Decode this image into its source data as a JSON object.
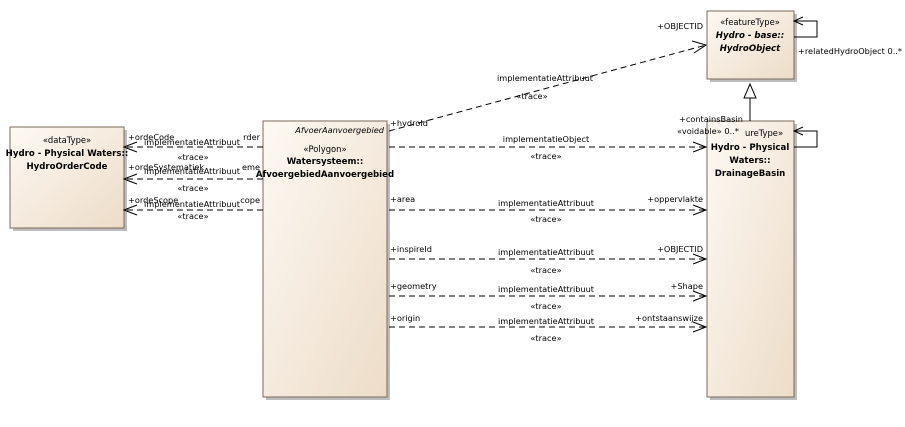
{
  "classes": {
    "hydro_order_code": {
      "stereotype": "«dataType»",
      "name_line1": "Hydro - Physical Waters::",
      "name_line2": "HydroOrderCode"
    },
    "afvoer": {
      "label_italic": "AfvoerAanvoergebied",
      "stereotype": "«Polygon»",
      "name_line1": "Watersysteem::",
      "name_line2": "AfvoergebiedAanvoergebied"
    },
    "hydro_object": {
      "stereotype": "«featureType»",
      "name_line1": "Hydro - base::",
      "name_line2": "HydroObject"
    },
    "drainage_basin": {
      "stereotype_fragment": "ureType»",
      "name_line1": "Hydro - Physical",
      "name_line2": "Waters::",
      "name_line3": "DrainageBasin"
    }
  },
  "relations": {
    "related_hydro_object": "+relatedHydroObject 0..*",
    "contains_basin": "+containsBasin",
    "voidable": "«voidable» 0..*",
    "hydro_id_objectid": {
      "source": "+hydroId",
      "target": "+OBJECTID",
      "label": "implementatieAttribuut",
      "trace": "«trace»"
    },
    "implementatie_object": {
      "label": "implementatieObject",
      "trace": "«trace»"
    },
    "area": {
      "source": "+area",
      "target": "+oppervlakte",
      "label": "implementatieAttribuut",
      "trace": "«trace»"
    },
    "inspire_id": {
      "source": "+inspireId",
      "target": "+OBJECTID",
      "label": "implementatieAttribuut",
      "trace": "«trace»"
    },
    "geometry": {
      "source": "+geometry",
      "target": "+Shape",
      "label": "implementatieAttribuut",
      "trace": "«trace»"
    },
    "origin": {
      "source": "+origin",
      "target": "+ontstaanswijze",
      "label": "implementatieAttribuut",
      "trace": "«trace»"
    },
    "orde_code": {
      "target": "+ordeCode",
      "label": "implementatieAttribuut",
      "overlap": "rder",
      "trace": "«trace»"
    },
    "orde_systematiek": {
      "target": "+ordeSystematiek",
      "label": "implementatieAttribuut",
      "overlap": "eme",
      "trace": "«trace»"
    },
    "orde_scope": {
      "target": "+ordeScope",
      "label": "implementatieAttribuut",
      "overlap": "cope",
      "trace": "«trace»"
    }
  }
}
